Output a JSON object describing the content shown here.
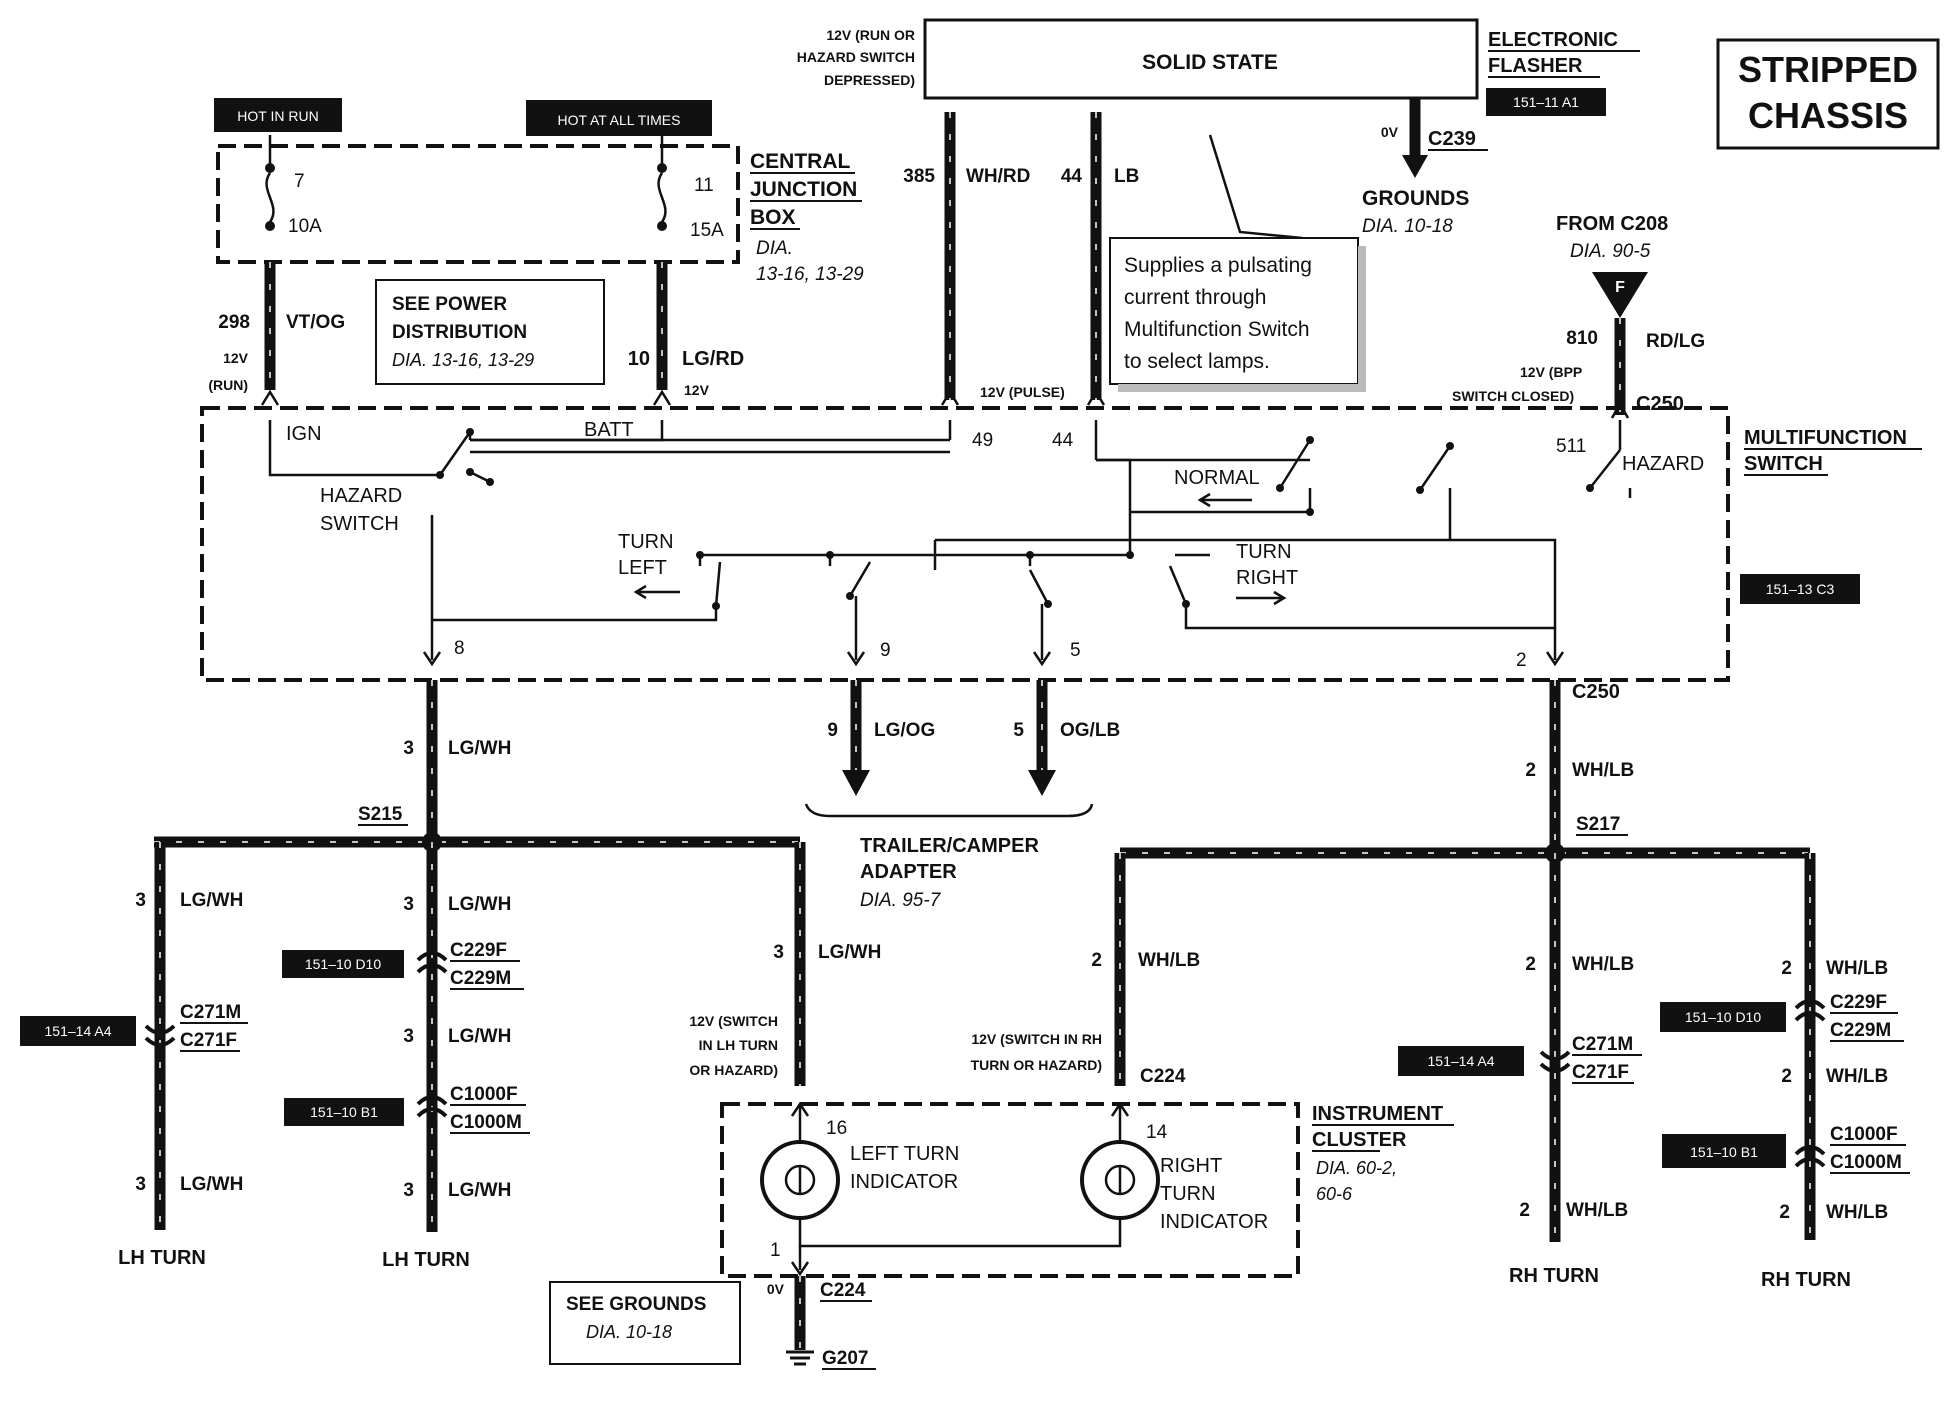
{
  "title": [
    "STRIPPED",
    "CHASSIS"
  ],
  "flasher": {
    "box_label": "SOLID STATE",
    "name": [
      "ELECTRONIC",
      "FLASHER"
    ],
    "ref": "151–11 A1",
    "supply_note": [
      "12V (RUN OR",
      "HAZARD SWITCH",
      "DEPRESSED)"
    ],
    "ground_voltage": "0V",
    "ground_connector": "C239",
    "grounds_label": "GROUNDS",
    "grounds_dia": "DIA. 10-18"
  },
  "hot_labels": {
    "run": "HOT IN RUN",
    "all_times": "HOT AT ALL TIMES"
  },
  "cjb": {
    "name": [
      "CENTRAL",
      "JUNCTION",
      "BOX"
    ],
    "dia": [
      "DIA.",
      "13-16, 13-29"
    ],
    "fuse_a_num": "7",
    "fuse_a_amp": "10A",
    "fuse_b_num": "11",
    "fuse_b_amp": "15A"
  },
  "power_note": {
    "lines": [
      "SEE POWER",
      "DISTRIBUTION"
    ],
    "dia": "DIA. 13-16, 13-29"
  },
  "wires": {
    "w298": {
      "circuit": "298",
      "color": "VT/OG",
      "voltage": "12V",
      "state": "(RUN)"
    },
    "w10": {
      "circuit": "10",
      "color": "LG/RD",
      "voltage": "12V"
    },
    "w385": {
      "circuit": "385",
      "color": "WH/RD"
    },
    "w44": {
      "circuit": "44",
      "color": "LB",
      "pulse": "12V (PULSE)"
    },
    "w810": {
      "circuit": "810",
      "color": "RD/LG",
      "voltage": "12V (BPP",
      "state": "SWITCH CLOSED)"
    },
    "lh_main": {
      "circuit": "3",
      "color": "LG/WH"
    },
    "trailer_left": {
      "circuit": "9",
      "color": "LG/OG"
    },
    "trailer_right": {
      "circuit": "5",
      "color": "OG/LB"
    },
    "rh_main": {
      "circuit": "2",
      "color": "WH/LB"
    }
  },
  "from_c208": {
    "label": "FROM C208",
    "dia": "DIA. 90-5",
    "terminal": "F"
  },
  "callout": [
    "Supplies a pulsating",
    "current  through",
    "Multifunction Switch",
    "to select lamps."
  ],
  "multifunction": {
    "name": [
      "MULTIFUNCTION",
      "SWITCH"
    ],
    "ref": "151–13 C3",
    "connector_top": "C250",
    "connector_bottom": "C250",
    "ign": "IGN",
    "batt": "BATT",
    "hazard_switch": [
      "HAZARD",
      "SWITCH"
    ],
    "normal": "NORMAL",
    "hazard": "HAZARD",
    "turn_left": [
      "TURN",
      "LEFT"
    ],
    "turn_right": [
      "TURN",
      "RIGHT"
    ],
    "pins": {
      "p49": "49",
      "p44": "44",
      "p511": "511",
      "p8": "8",
      "p9": "9",
      "p5": "5",
      "p2": "2"
    }
  },
  "trailer": {
    "lines": [
      "TRAILER/CAMPER",
      "ADAPTER"
    ],
    "dia": "DIA. 95-7"
  },
  "splices": {
    "left": "S215",
    "right": "S217"
  },
  "lh_branches": {
    "far_top": {
      "circuit": "3",
      "color": "LG/WH"
    },
    "far_connector_f": "C271M",
    "far_connector_m": "C271F",
    "far_ref": "151–14 A4",
    "far_bottom": {
      "circuit": "3",
      "color": "LG/WH"
    },
    "far_lamp": "LH TURN",
    "near_top": {
      "circuit": "3",
      "color": "LG/WH"
    },
    "near_c229f": "C229F",
    "near_c229m": "C229M",
    "near_c229_ref": "151–10 D10",
    "near_mid": {
      "circuit": "3",
      "color": "LG/WH"
    },
    "near_c1000f": "C1000F",
    "near_c1000m": "C1000M",
    "near_c1000_ref": "151–10 B1",
    "near_bottom": {
      "circuit": "3",
      "color": "LG/WH"
    },
    "near_lamp": "LH TURN",
    "cluster": {
      "circuit": "3",
      "color": "LG/WH",
      "note": [
        "12V (SWITCH",
        "IN LH TURN",
        "OR  HAZARD)"
      ]
    }
  },
  "rh_branches": {
    "cluster": {
      "circuit": "2",
      "color": "WH/LB",
      "note": [
        "12V (SWITCH IN RH",
        "TURN OR  HAZARD)"
      ]
    },
    "near_top": {
      "circuit": "2",
      "color": "WH/LB"
    },
    "near_c271m": "C271M",
    "near_c271f": "C271F",
    "near_ref": "151–14 A4",
    "near_bottom": {
      "circuit": "2",
      "color": "WH/LB"
    },
    "near_lamp": "RH TURN",
    "far_top": {
      "circuit": "2",
      "color": "WH/LB"
    },
    "far_c229f": "C229F",
    "far_c229m": "C229M",
    "far_c229_ref": "151–10 D10",
    "far_mid": {
      "circuit": "2",
      "color": "WH/LB"
    },
    "far_c1000f": "C1000F",
    "far_c1000m": "C1000M",
    "far_c1000_ref": "151–10 B1",
    "far_bottom": {
      "circuit": "2",
      "color": "WH/LB"
    },
    "far_lamp": "RH TURN"
  },
  "cluster": {
    "connector": "C224",
    "name": [
      "INSTRUMENT",
      "CLUSTER"
    ],
    "dia": [
      "DIA. 60-2,",
      "60-6"
    ],
    "pin_left": "16",
    "pin_right": "14",
    "pin_ground": "1",
    "left_indicator": [
      "LEFT TURN",
      "INDICATOR"
    ],
    "right_indicator": [
      "RIGHT",
      "TURN",
      "INDICATOR"
    ]
  },
  "ground": {
    "voltage": "0V",
    "connector": "C224",
    "point": "G207",
    "note": "SEE GROUNDS",
    "dia": "DIA. 10-18"
  }
}
